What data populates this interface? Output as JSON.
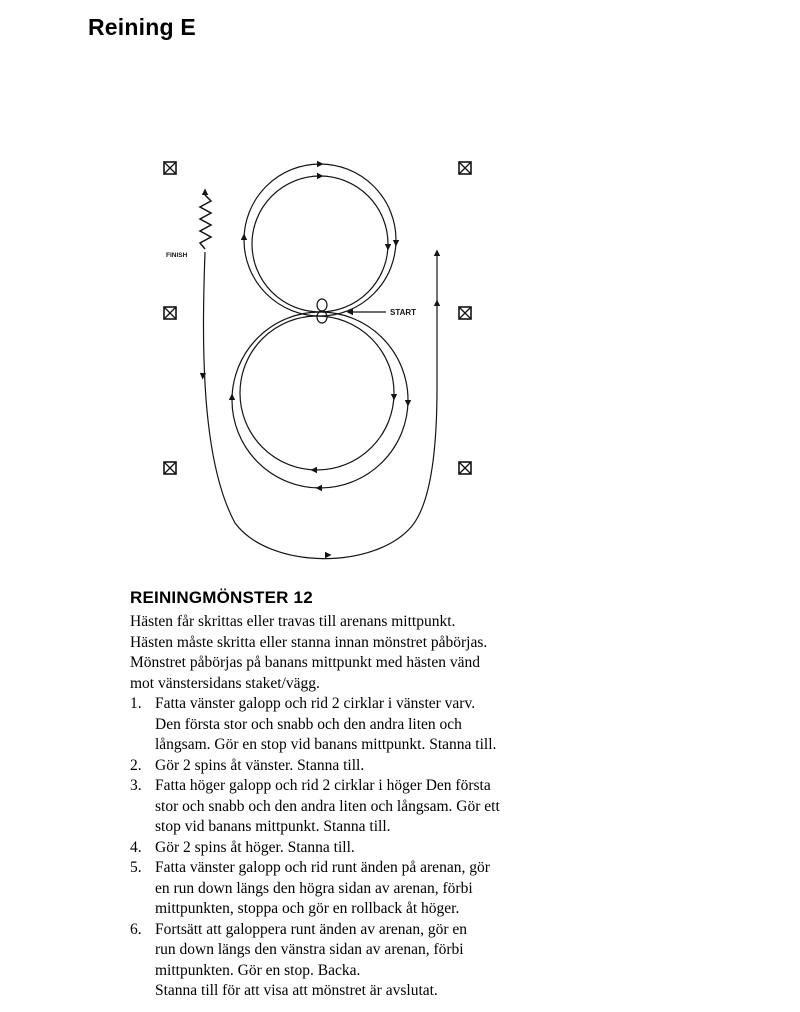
{
  "page": {
    "title": "Reining E"
  },
  "diagram": {
    "finish_label": "FINISH",
    "start_label": "START"
  },
  "pattern": {
    "heading": "REININGMÖNSTER 12",
    "intro": [
      "Hästen får skrittas eller travas till arenans mittpunkt.",
      "Hästen måste skritta eller stanna innan mönstret påbörjas.",
      "Mönstret påbörjas på banans mittpunkt med hästen vänd",
      "mot vänstersidans staket/vägg."
    ],
    "steps": [
      {
        "num": "1.",
        "lines": [
          "Fatta vänster galopp och rid 2 cirklar i vänster varv.",
          "Den första stor och snabb och den andra liten och",
          "långsam. Gör en stop vid banans mittpunkt. Stanna till."
        ]
      },
      {
        "num": "2.",
        "lines": [
          "Gör 2 spins åt vänster. Stanna till."
        ]
      },
      {
        "num": "3.",
        "lines": [
          "Fatta höger galopp och rid 2 cirklar i höger Den första",
          "stor och snabb och den andra liten och långsam. Gör ett",
          "stop vid banans mittpunkt. Stanna till."
        ]
      },
      {
        "num": "4.",
        "lines": [
          "Gör 2 spins åt höger. Stanna till."
        ]
      },
      {
        "num": "5.",
        "lines": [
          "Fatta vänster galopp och rid runt änden på arenan, gör",
          "en run down längs den högra sidan av arenan, förbi",
          "mittpunkten, stoppa och gör en rollback åt höger."
        ]
      },
      {
        "num": "6.",
        "lines": [
          "Fortsätt att galoppera runt änden av arenan, gör en",
          "run down längs den vänstra sidan av arenan, förbi",
          "mittpunkten. Gör en stop. Backa."
        ]
      }
    ],
    "closing": "Stanna till för att visa att mönstret är avslutat."
  }
}
